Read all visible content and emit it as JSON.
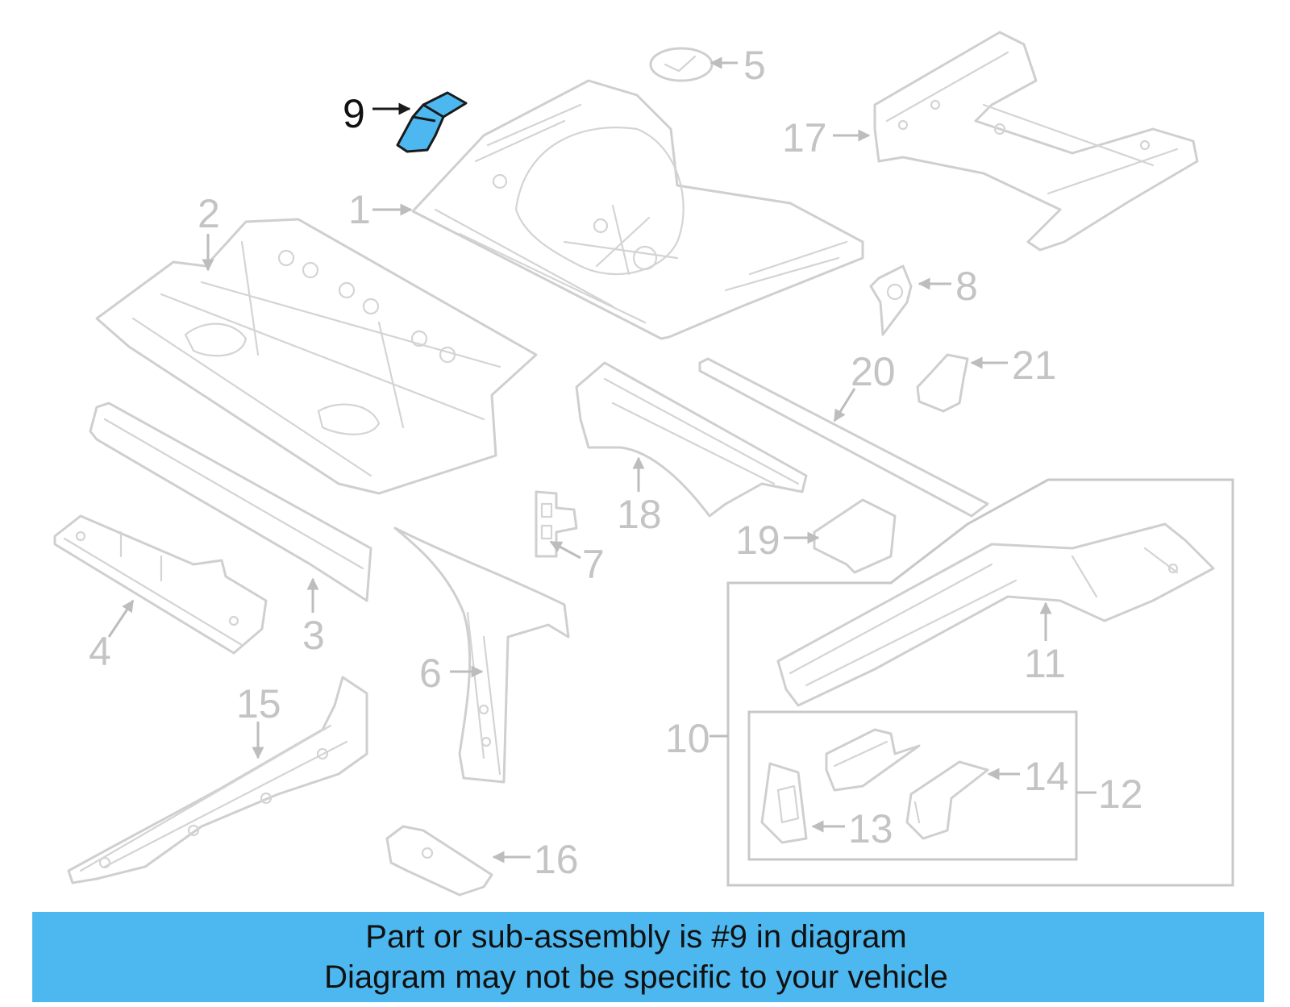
{
  "diagram": {
    "highlighted_part": "9",
    "highlight_color": "#4db8f0",
    "callouts": {
      "c1": "1",
      "c2": "2",
      "c3": "3",
      "c4": "4",
      "c5": "5",
      "c6": "6",
      "c7": "7",
      "c8": "8",
      "c9": "9",
      "c10": "10",
      "c11": "11",
      "c12": "12",
      "c13": "13",
      "c14": "14",
      "c15": "15",
      "c16": "16",
      "c17": "17",
      "c18": "18",
      "c19": "19",
      "c20": "20",
      "c21": "21"
    }
  },
  "caption": {
    "line1": "Part or sub-assembly is #9 in diagram",
    "line2": "Diagram may not be specific to your vehicle",
    "background": "#4db8f0"
  }
}
